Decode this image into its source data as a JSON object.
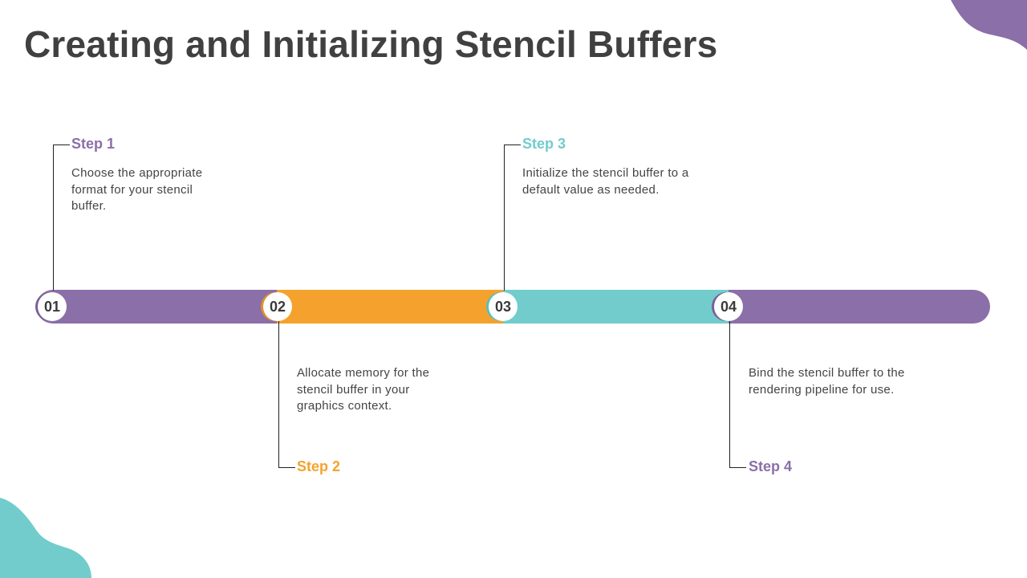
{
  "slide": {
    "title": "Creating and Initializing Stencil Buffers"
  },
  "colors": {
    "purple": "#8B6FA8",
    "orange": "#F4A22D",
    "teal": "#72CCCC",
    "title": "#404040",
    "body_text": "#444444"
  },
  "timeline": {
    "steps": [
      {
        "number": "01",
        "label": "Step 1",
        "description": "Choose the appropriate format for your stencil buffer.",
        "color": "#8B6FA8",
        "position": "above"
      },
      {
        "number": "02",
        "label": "Step 2",
        "description": "Allocate memory for the stencil buffer in your graphics context.",
        "color": "#F4A22D",
        "position": "below"
      },
      {
        "number": "03",
        "label": "Step 3",
        "description": "Initialize the stencil buffer to a default value as needed.",
        "color": "#72CCCC",
        "position": "above"
      },
      {
        "number": "04",
        "label": "Step 4",
        "description": "Bind the stencil buffer to the rendering pipeline for use.",
        "color": "#8B6FA8",
        "position": "below"
      }
    ]
  },
  "decorations": {
    "top_right_blob": "purple-wave-shape",
    "bottom_left_blob": "teal-wave-shape"
  }
}
